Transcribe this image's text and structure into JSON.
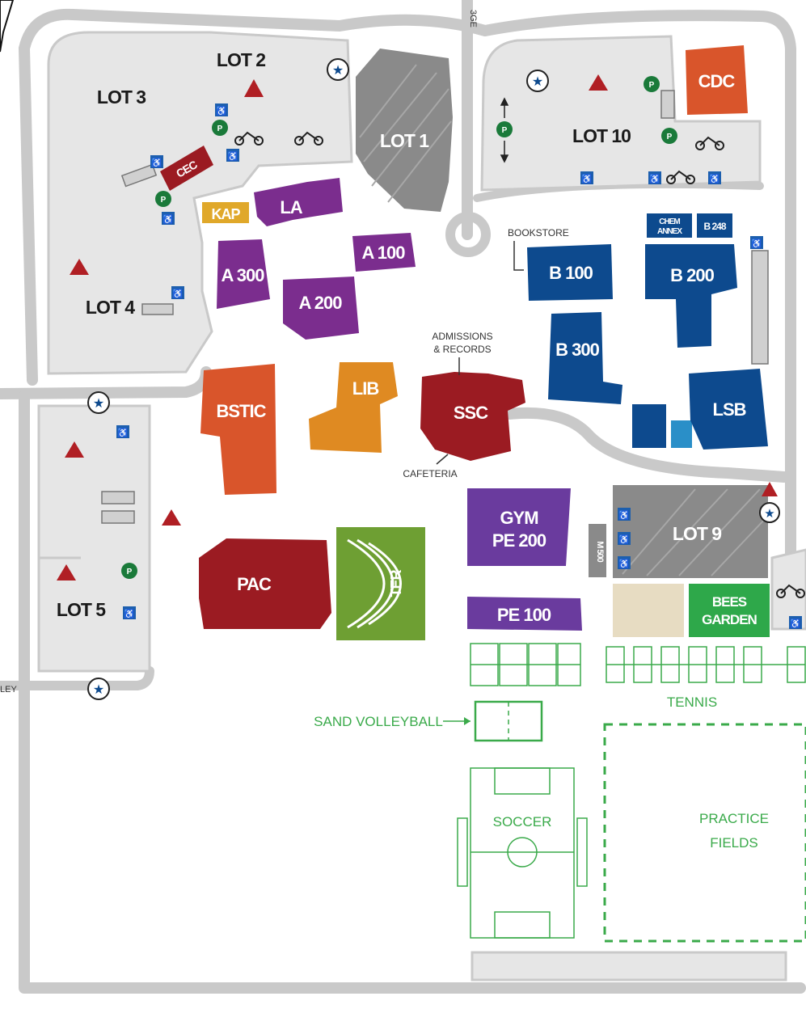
{
  "colors": {
    "road": "#c9c9c9",
    "lot": "#e6e6e6",
    "dark_lot": "#8a8a8a",
    "purple": "#7b2d8e",
    "blue": "#0d4a8e",
    "red": "#9b1b22",
    "orange_red": "#d9552b",
    "orange": "#df8a22",
    "gold": "#e0a82a",
    "green": "#6e9f33",
    "field_green": "#3aaa4a",
    "tan": "#e7dcc2",
    "light_blue": "#2a8fc8"
  },
  "parking_lots": {
    "lot1": "LOT 1",
    "lot2": "LOT 2",
    "lot3": "LOT 3",
    "lot4": "LOT 4",
    "lot5": "LOT 5",
    "lot9": "LOT 9",
    "lot10": "LOT 10"
  },
  "buildings": {
    "cdc": "CDC",
    "cec": "CEC",
    "kap": "KAP",
    "la": "LA",
    "a100": "A 100",
    "a200": "A 200",
    "a300": "A 300",
    "bstic": "BSTIC",
    "lib": "LIB",
    "ssc": "SSC",
    "b100": "B 100",
    "b200": "B 200",
    "b300": "B 300",
    "chem_annex_line1": "CHEM",
    "chem_annex_line2": "ANNEX",
    "b248": "B 248",
    "lsb": "LSB",
    "gym_line1": "GYM",
    "gym_line2": "PE 200",
    "m500": "M 500",
    "pac": "PAC",
    "ter": "TER",
    "pe100": "PE 100",
    "bees_line1": "BEES",
    "bees_line2": "GARDEN"
  },
  "annotations": {
    "bookstore": "BOOKSTORE",
    "admissions_line1": "ADMISSIONS",
    "admissions_line2": "& RECORDS",
    "cafeteria": "CAFETERIA",
    "road_fragment_top": "3GE",
    "road_fragment_left": "LEY"
  },
  "fields": {
    "tennis": "TENNIS",
    "sand_volleyball": "SAND VOLLEYBALL",
    "soccer": "SOCCER",
    "practice_line1": "PRACTICE",
    "practice_line2": "FIELDS"
  },
  "icons": {
    "parking_permit": "P",
    "accessible": "♿",
    "star": "★"
  }
}
